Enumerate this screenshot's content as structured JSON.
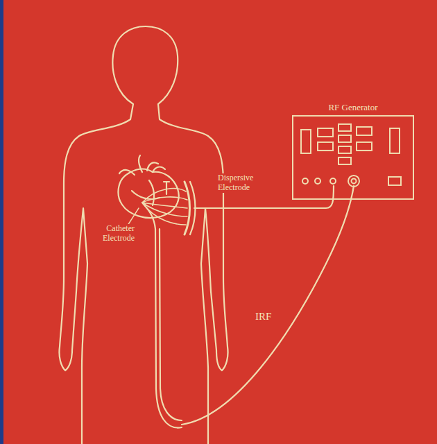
{
  "diagram": {
    "nodes": [
      {
        "text": [
          "RF Generator"
        ]
      }
    ],
    "labels": [
      "Dispersive Electrode",
      "Catheter Electrode",
      "IRF"
    ]
  }
}
